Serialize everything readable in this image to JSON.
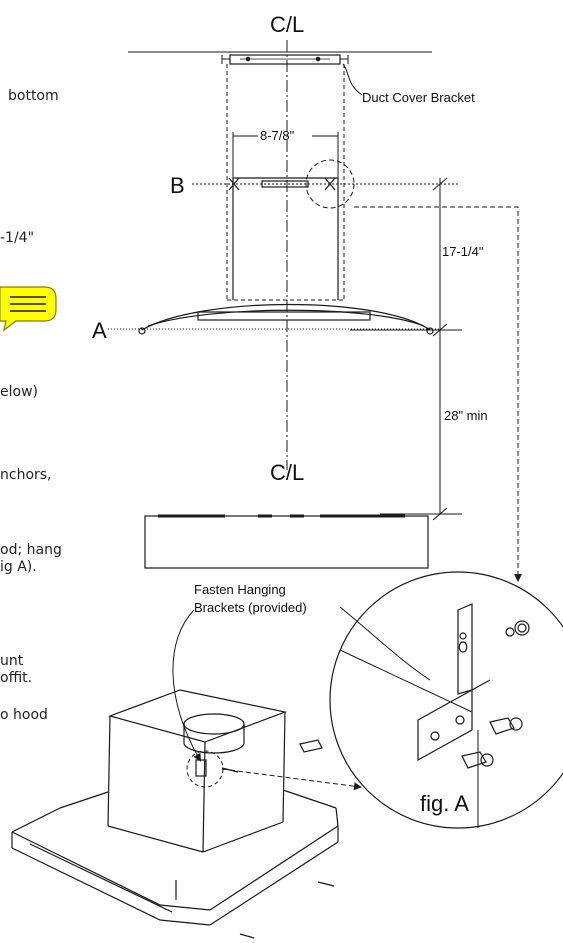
{
  "left_text_fragments": [
    "bottom",
    "-1/4\"",
    "elow)",
    "nchors,",
    "od; hang",
    "ig A).",
    "unt",
    "offit.",
    "o hood"
  ],
  "labels": {
    "centerline_top": "C/L",
    "centerline_mid": "C/L",
    "duct_cover_bracket": "Duct Cover Bracket",
    "dim_width": "8-7/8\"",
    "marker_b": "B",
    "marker_a": "A",
    "dim_height": "17-1/4\"",
    "dim_min": "28\" min",
    "fasten_line1": "Fasten Hanging",
    "fasten_line2": "Brackets (provided)",
    "fig_a": "fig. A"
  },
  "colors": {
    "line": "#1a1a1a",
    "note_icon_fill": "#ffff00",
    "note_icon_stroke": "#8a7a00"
  },
  "icons": [
    "note-icon"
  ]
}
